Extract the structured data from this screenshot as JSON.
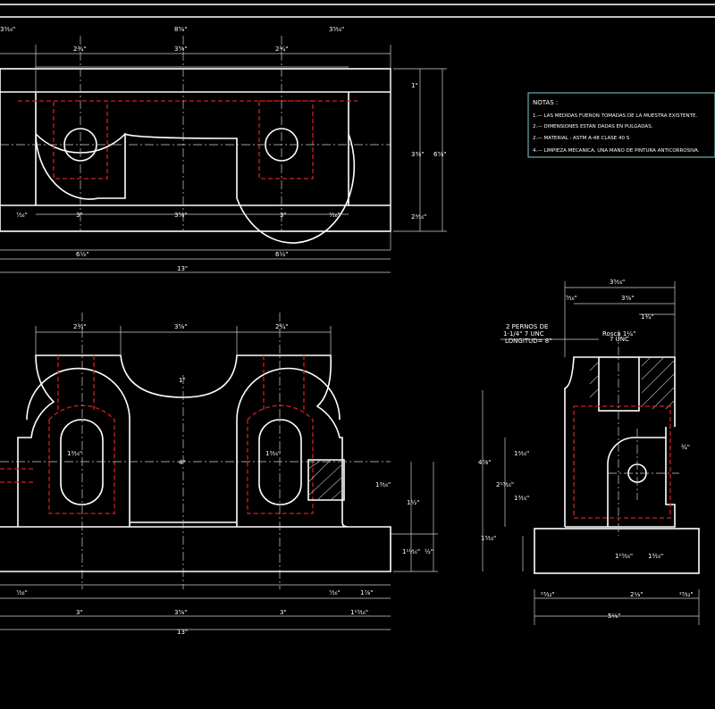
{
  "notes": {
    "title": "NOTAS :",
    "items": [
      "1.— LAS MEDIDAS FUERON TOMADAS DE LA MUESTRA EXISTENTE.",
      "2.— DIMENSIONES ESTAN DADAS EN PULGADAS.",
      "2.— MATERIAL : ASTM A-48 CLASE 40 S",
      "4.— LIMPIEZA MECANICA, UNA MANO DE PINTURA ANTICORROSIVA."
    ],
    "border_color": "#7fd0d0"
  },
  "bolt_note": [
    "2 PERNOS DE",
    "1-1/4\" 7 UNC",
    "LONGITUD= 8\""
  ],
  "thread_note": [
    "Rosca 1¼\"",
    "7 UNC"
  ],
  "top_view": {
    "dims": [
      "3⁵⁄₁₆\"",
      "8⅝\"",
      "3⁵⁄₁₆\"",
      "2¾\"",
      "3⅝\"",
      "2¾\"",
      "1\"",
      "3⅜\"",
      "6⅝\"",
      "2⁹⁄₁₆\"",
      "⁷⁄₁₆\"",
      "3\"",
      "3⅝\"",
      "3\"",
      "⁷⁄₁₆\"",
      "6½\"",
      "6½\"",
      "13\""
    ]
  },
  "front_view": {
    "dims": [
      "2¾\"",
      "3⅝\"",
      "2¾\"",
      "1\"",
      "4\"",
      "1⁹⁄₁₆\"",
      "1⁹⁄₁₆\"",
      "1³⁄₁₆\"",
      "1½\"",
      "1¹¹⁄₁₆\"",
      "½\"",
      "⁷⁄₁₆\"",
      "⁷⁄₁₆\"",
      "1⅞\"",
      "3\"",
      "3⅝\"",
      "3\"",
      "1¹³⁄₁₆\"",
      "13\""
    ]
  },
  "side_view": {
    "dims": [
      "3⁵⁄₁₆\"",
      "⁵⁄₁₆\"",
      "3⅜\"",
      "1¾\"",
      "4⁷⁄₈\"",
      "2¹³⁄₁₆\"",
      "1⁹⁄₁₆\"",
      "1³⁄₁₆\"",
      "¾\"",
      "1⁵⁄₁₆\"",
      "1¹⁵⁄₁₆\"",
      "1⁵⁄₁₆\"",
      "2⅛\"",
      "²³⁄₃₂\"",
      "²³⁄₃₂\"",
      "5⅛\""
    ]
  }
}
